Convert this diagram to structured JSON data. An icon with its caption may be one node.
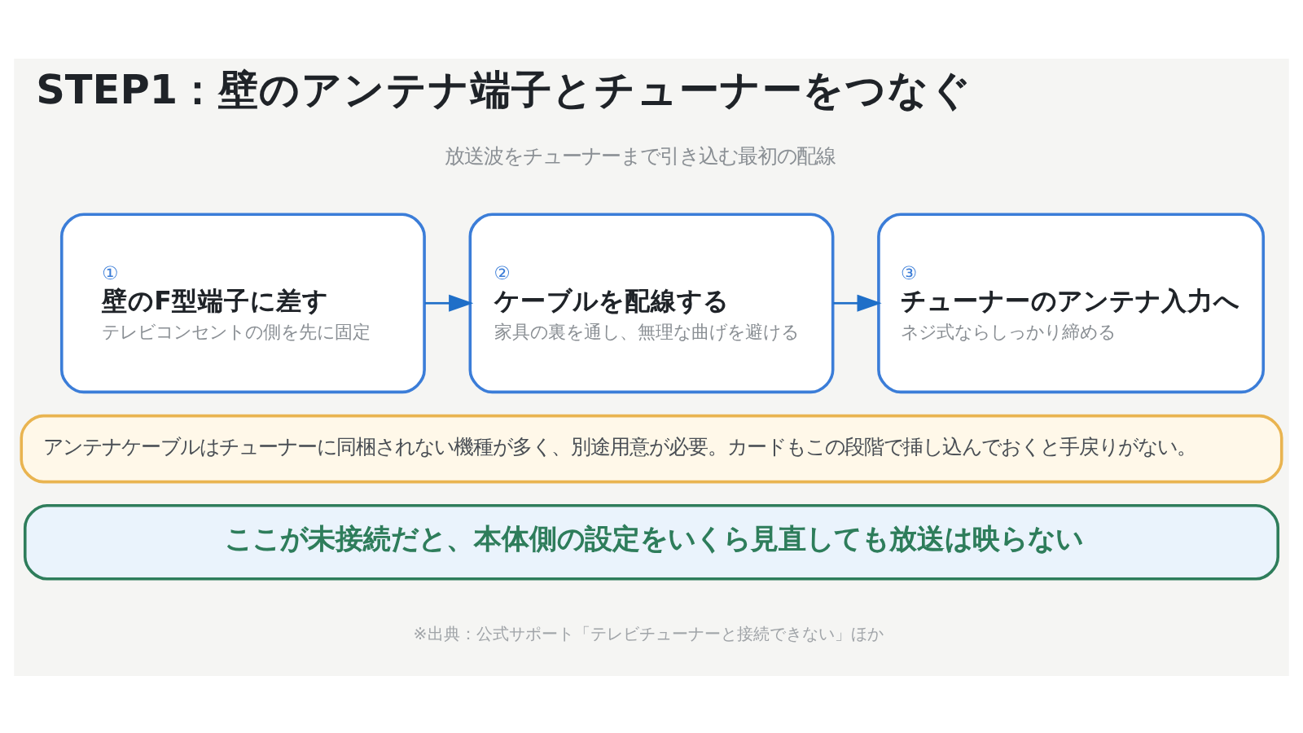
{
  "diagram": {
    "title": "STEP1：壁のアンテナ端子とチューナーをつなぐ",
    "nodes": [
      {
        "text": [
          "①",
          "壁のF型端子に差す",
          "テレビコンセントの側を先に固定"
        ]
      },
      {
        "text": [
          "②",
          "ケーブルを配線する",
          "家具の裏を通し、無理な曲げを避ける"
        ]
      },
      {
        "text": [
          "③",
          "チューナーのアンテナ入力へ",
          "ネジ式ならしっかり締める"
        ]
      },
      {
        "text": [
          "アンテナケーブルはチューナーに同梱されない機種が多く、別途用意が必要。カードもこの段階で挿し込んでおくと手戻りがない。"
        ]
      },
      {
        "text": [
          "ここが未接続だと、本体側の設定をいくら見直しても放送は映らない"
        ]
      }
    ],
    "edges": [
      {
        "from": 0,
        "to": 1,
        "arrow": "to"
      },
      {
        "from": 1,
        "to": 2,
        "arrow": "to"
      }
    ],
    "labels": [
      "放送波をチューナーまで引き込む最初の配線",
      "※出典：公式サポート「テレビチューナーと接続できない」ほか"
    ]
  }
}
